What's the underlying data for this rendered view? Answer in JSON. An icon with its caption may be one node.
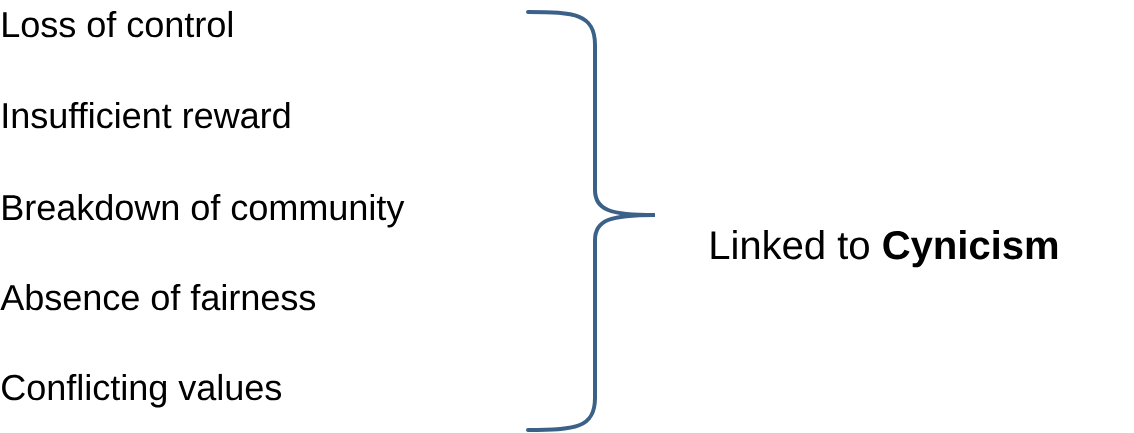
{
  "diagram": {
    "labels": [
      "Loss of control",
      "Insufficient reward",
      "Breakdown of community",
      "Absence of fairness",
      "Conflicting values",
      "Linked to **Cynicism**"
    ]
  }
}
